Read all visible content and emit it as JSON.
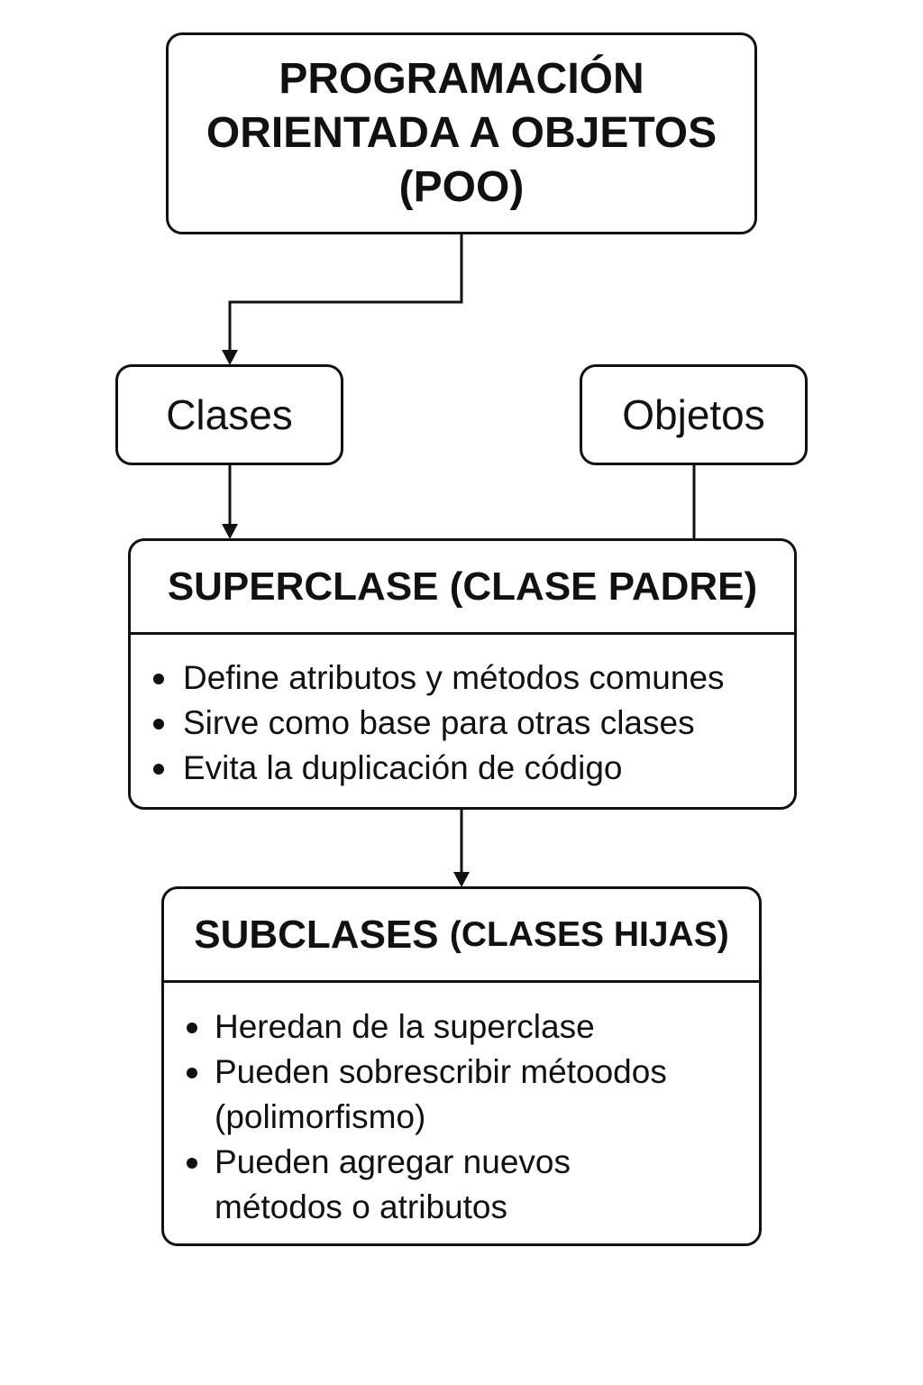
{
  "root": {
    "title_lines": [
      "PROGRAMACIÓN",
      "ORIENTADA A OBJETOS",
      "(POO)"
    ]
  },
  "nodes": {
    "clases": "Clases",
    "objetos": "Objetos"
  },
  "superclase": {
    "title": "SUPERCLASE (CLASE PADRE)",
    "items": [
      "Define atributos y métodos comunes",
      "Sirve como base para otras clases",
      "Evita la duplicación de código"
    ]
  },
  "subclases": {
    "title_main": "SUBCLASES",
    "title_paren": "(CLASES HIJAS)",
    "items": [
      [
        "Heredan de la superclase"
      ],
      [
        "Pueden sobrescribir métoodos",
        "(polimorfismo)"
      ],
      [
        "Pueden agregar nuevos",
        "métodos o atributos"
      ]
    ]
  }
}
